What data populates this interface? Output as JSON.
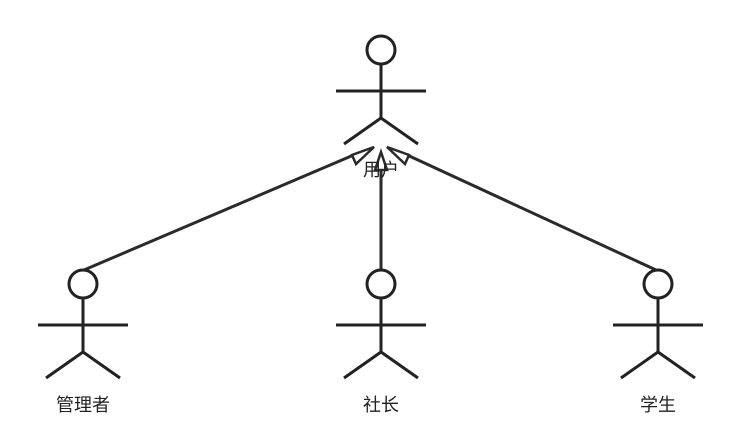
{
  "diagram": {
    "type": "uml-use-case-actor-generalization",
    "stroke_color": "#222222",
    "background": "#ffffff",
    "actors": {
      "parent": {
        "label": "用户"
      },
      "admin": {
        "label": "管理者"
      },
      "president": {
        "label": "社长"
      },
      "student": {
        "label": "学生"
      }
    },
    "relations": [
      {
        "from": "admin",
        "to": "parent",
        "kind": "generalization"
      },
      {
        "from": "president",
        "to": "parent",
        "kind": "generalization"
      },
      {
        "from": "student",
        "to": "parent",
        "kind": "generalization"
      }
    ]
  }
}
